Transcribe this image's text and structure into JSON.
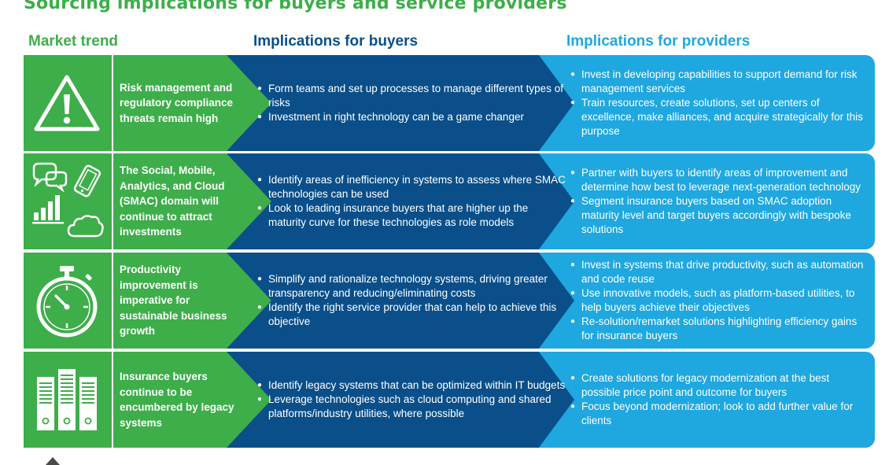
{
  "title": "Sourcing implications for buyers and service providers",
  "headers": {
    "trend": "Market trend",
    "buyers": "Implications for buyers",
    "providers": "Implications for providers"
  },
  "colors": {
    "green": "#3dae49",
    "dark_blue": "#0a4f8a",
    "light_blue": "#1fa7e0"
  },
  "rows": [
    {
      "icon": "warning-triangle-icon",
      "trend": "Risk management and regulatory compliance threats remain high",
      "buyers": [
        "Form teams and set up processes to manage different types of risks",
        "Investment in right technology can be a game changer"
      ],
      "providers": [
        "Invest in developing capabilities to support demand for risk management services",
        "Train resources, create solutions, set up centers of excellence, make alliances, and acquire strategically for this purpose"
      ]
    },
    {
      "icon": "smac-icon",
      "trend": "The Social, Mobile, Analytics, and Cloud (SMAC) domain will continue to attract investments",
      "buyers": [
        "Identify areas of inefficiency in systems to assess where SMAC technologies can be used",
        "Look to leading insurance buyers that are higher up the maturity curve for these technologies as role models"
      ],
      "providers": [
        "Partner with buyers to identify areas of improvement and determine how best to leverage next-generation technology",
        "Segment insurance buyers based on SMAC adoption maturity level and target buyers accordingly with bespoke solutions"
      ]
    },
    {
      "icon": "stopwatch-icon",
      "trend": "Productivity improvement is imperative for sustainable business growth",
      "buyers": [
        "Simplify and rationalize technology systems, driving greater transparency and reducing/eliminating costs",
        "Identify the right service provider that can help to achieve this objective"
      ],
      "providers": [
        "Invest in systems that drive productivity, such as automation and code reuse",
        "Use innovative models, such as platform-based utilities, to help buyers achieve their objectives",
        "Re-solution/remarket solutions highlighting efficiency gains for insurance buyers"
      ]
    },
    {
      "icon": "server-racks-icon",
      "trend": "Insurance buyers continue to be encumbered by legacy systems",
      "buyers": [
        "Identify legacy systems that can be optimized within IT budgets",
        "Leverage technologies such as cloud computing and shared platforms/industry utilities, where possible"
      ],
      "providers": [
        "Create solutions for legacy modernization at the best possible price point and outcome for buyers",
        "Focus beyond modernization; look to add further value for clients"
      ]
    }
  ]
}
